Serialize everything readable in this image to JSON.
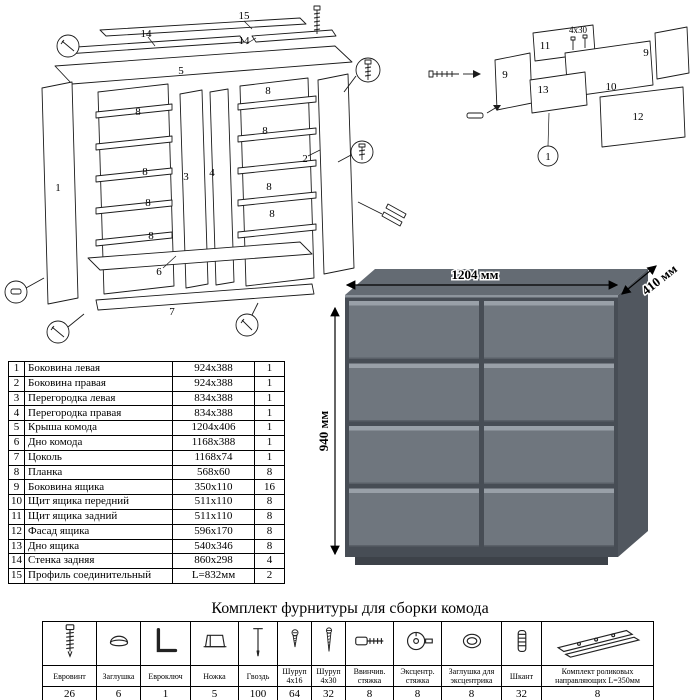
{
  "parts_table": {
    "rows": [
      {
        "num": "1",
        "name": "Боковина левая",
        "size": "924x388",
        "qty": "1"
      },
      {
        "num": "2",
        "name": "Боковина правая",
        "size": "924x388",
        "qty": "1"
      },
      {
        "num": "3",
        "name": "Перегородка левая",
        "size": "834x388",
        "qty": "1"
      },
      {
        "num": "4",
        "name": "Перегородка правая",
        "size": "834x388",
        "qty": "1"
      },
      {
        "num": "5",
        "name": "Крыша комода",
        "size": "1204x406",
        "qty": "1"
      },
      {
        "num": "6",
        "name": "Дно комода",
        "size": "1168x388",
        "qty": "1"
      },
      {
        "num": "7",
        "name": "Цоколь",
        "size": "1168x74",
        "qty": "1"
      },
      {
        "num": "8",
        "name": "Планка",
        "size": "568x60",
        "qty": "8"
      },
      {
        "num": "9",
        "name": "Боковина ящика",
        "size": "350x110",
        "qty": "16"
      },
      {
        "num": "10",
        "name": "Щит ящика передний",
        "size": "511x110",
        "qty": "8"
      },
      {
        "num": "11",
        "name": "Щит ящика задний",
        "size": "511x110",
        "qty": "8"
      },
      {
        "num": "12",
        "name": "Фасад ящика",
        "size": "596x170",
        "qty": "8"
      },
      {
        "num": "13",
        "name": "Дно ящика",
        "size": "540x346",
        "qty": "8"
      },
      {
        "num": "14",
        "name": "Стенка задняя",
        "size": "860x298",
        "qty": "4"
      },
      {
        "num": "15",
        "name": "Профиль соединительный",
        "size": "L=832мм",
        "qty": "2"
      }
    ]
  },
  "dimensions": {
    "width": "1204 мм",
    "depth": "410 мм",
    "height": "940 мм"
  },
  "render": {
    "body_color": "#6f767e",
    "top_color": "#646b73",
    "side_color": "#51575f"
  },
  "assembly_left": {
    "labels": [
      "15",
      "14",
      "5",
      "14",
      "8",
      "1",
      "8",
      "3",
      "4",
      "8",
      "2",
      "8",
      "8",
      "8",
      "8",
      "8",
      "6",
      "7"
    ]
  },
  "assembly_right": {
    "labels": [
      "11",
      "4x30",
      "9",
      "9",
      "13",
      "10",
      "12",
      "1"
    ]
  },
  "hardware": {
    "title": "Комплект фурнитуры для сборки комода",
    "items": [
      {
        "label": "Евровинт",
        "qty": "26",
        "icon": "eurovint"
      },
      {
        "label": "Заглушка",
        "qty": "6",
        "icon": "cap"
      },
      {
        "label": "Евроключ",
        "qty": "1",
        "icon": "hex-key"
      },
      {
        "label": "Ножка",
        "qty": "5",
        "icon": "foot"
      },
      {
        "label": "Гвоздь",
        "qty": "100",
        "icon": "nail"
      },
      {
        "label": "Шуруп 4x16",
        "qty": "64",
        "icon": "screw-short"
      },
      {
        "label": "Шуруп 4x30",
        "qty": "32",
        "icon": "screw-long"
      },
      {
        "label": "Ввинчив. стяжка",
        "qty": "8",
        "icon": "bolt"
      },
      {
        "label": "Эксцентр. стяжка",
        "qty": "8",
        "icon": "cam"
      },
      {
        "label": "Заглушка для эксцентрика",
        "qty": "8",
        "icon": "cam-cap"
      },
      {
        "label": "Шкант",
        "qty": "32",
        "icon": "dowel"
      },
      {
        "label": "Комплект роликовых направляющих L=350мм",
        "qty": "8",
        "icon": "rails"
      }
    ]
  }
}
